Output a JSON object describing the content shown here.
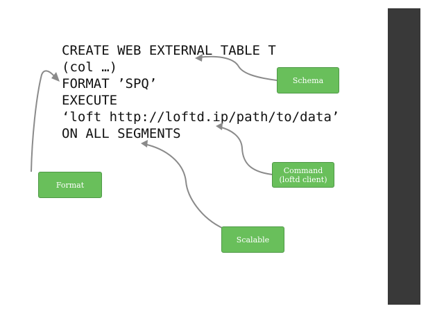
{
  "code": {
    "lines": [
      "CREATE WEB EXTERNAL TABLE T",
      "(col …)",
      "FORMAT ’SPQ’",
      "EXECUTE",
      "‘loft http://loftd.ip/path/to/data’",
      "ON ALL SEGMENTS"
    ]
  },
  "callouts": {
    "schema": "Schema",
    "command": "Command\n(loftd client)",
    "format": "Format",
    "scalable": "Scalable"
  },
  "colors": {
    "callout_fill": "#69bf5b",
    "arrow": "#8a8a8a",
    "side_bar": "#393939"
  }
}
